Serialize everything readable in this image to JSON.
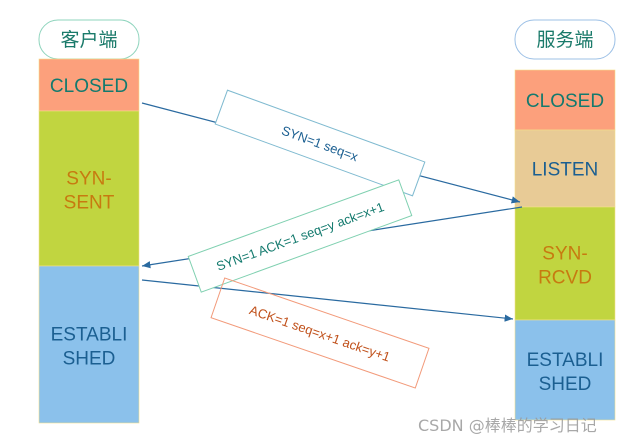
{
  "client": {
    "title": "客户端",
    "states": [
      {
        "line1": "CLOSED",
        "line2": "",
        "color": "#fca07c",
        "text_color": "#137a6e"
      },
      {
        "line1": "SYN-",
        "line2": "SENT",
        "color": "#c1d540",
        "text_color": "#c77a10"
      },
      {
        "line1": "ESTABLI",
        "line2": "SHED",
        "color": "#8bc1eb",
        "text_color": "#1b5f91"
      }
    ]
  },
  "server": {
    "title": "服务端",
    "states": [
      {
        "line1": "CLOSED",
        "line2": "",
        "color": "#fca07c",
        "text_color": "#137a6e"
      },
      {
        "line1": "LISTEN",
        "line2": "",
        "color": "#e8cb96",
        "text_color": "#1b5f91"
      },
      {
        "line1": "SYN-",
        "line2": "RCVD",
        "color": "#c1d540",
        "text_color": "#c77a10"
      },
      {
        "line1": "ESTABLI",
        "line2": "SHED",
        "color": "#8bc1eb",
        "text_color": "#1b5f91"
      }
    ]
  },
  "messages": [
    {
      "label": "SYN=1  seq=x",
      "direction": "client-to-server",
      "border": "#7fbad0",
      "text_color": "#1b5f91"
    },
    {
      "label": "SYN=1  ACK=1  seq=y ack=x+1",
      "direction": "server-to-client",
      "border": "#7fd0b0",
      "text_color": "#137a6e"
    },
    {
      "label": "ACK=1 seq=x+1 ack=y+1",
      "direction": "client-to-server",
      "border": "#f29a7a",
      "text_color": "#c0501a"
    }
  ],
  "watermark": "CSDN @棒棒的学习日记"
}
